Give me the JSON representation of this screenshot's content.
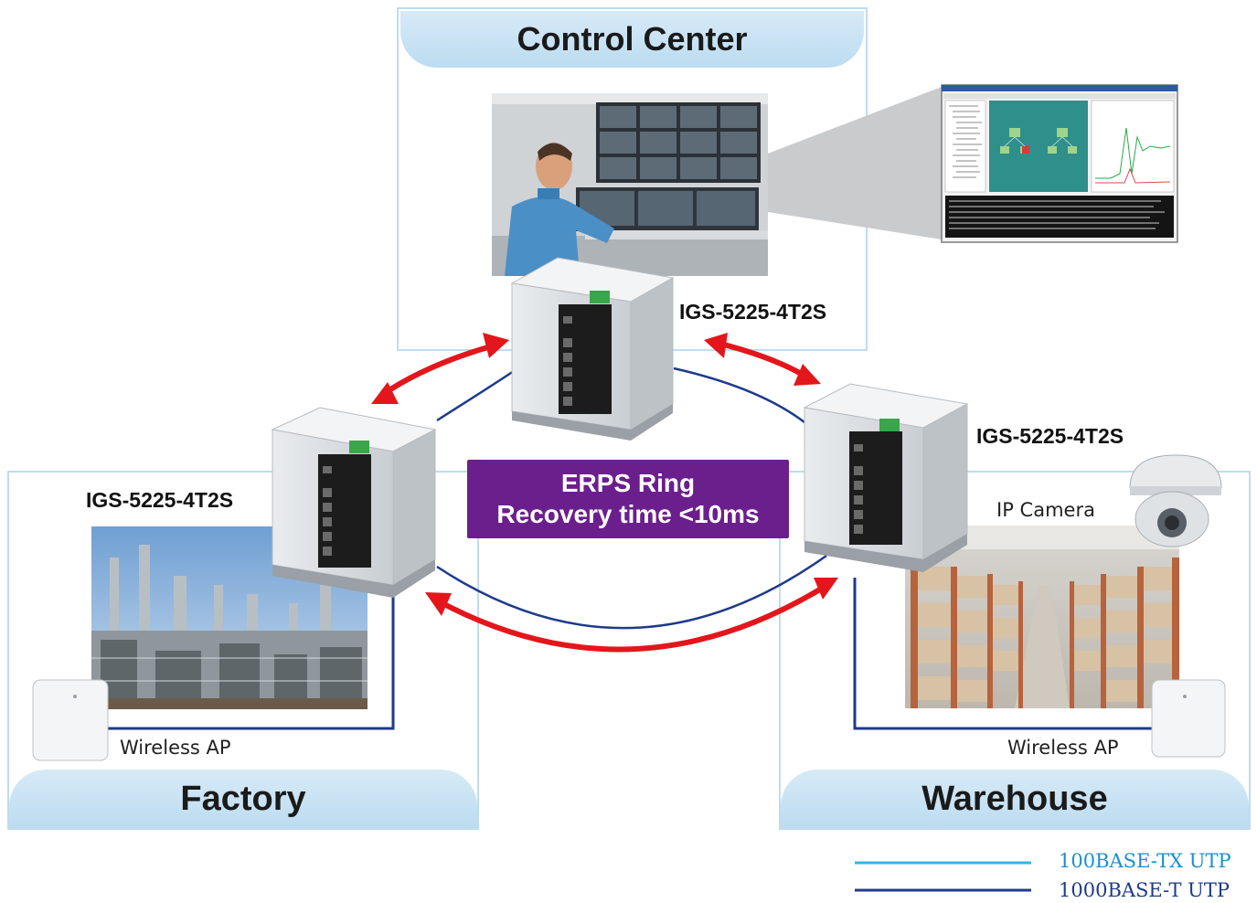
{
  "zones": {
    "control_center": "Control Center",
    "factory": "Factory",
    "warehouse": "Warehouse"
  },
  "switches": {
    "top": "IGS-5225-4T2S",
    "left": "IGS-5225-4T2S",
    "right": "IGS-5225-4T2S"
  },
  "ring": {
    "line1": "ERPS Ring",
    "line2": "Recovery time <10ms"
  },
  "devices": {
    "ip_camera": "IP Camera",
    "wireless_ap_factory": "Wireless AP",
    "wireless_ap_warehouse": "Wireless AP"
  },
  "legend": [
    {
      "label": "100BASE-TX UTP",
      "color": "#36b3e6"
    },
    {
      "label": "1000BASE-T UTP",
      "color": "#1e3a8a"
    }
  ],
  "colors": {
    "ring_arrow": "#e3161b",
    "ring_line": "#1e3a8a",
    "erps_box": "#6b1f8c",
    "zone_border": "#bfdcee"
  }
}
